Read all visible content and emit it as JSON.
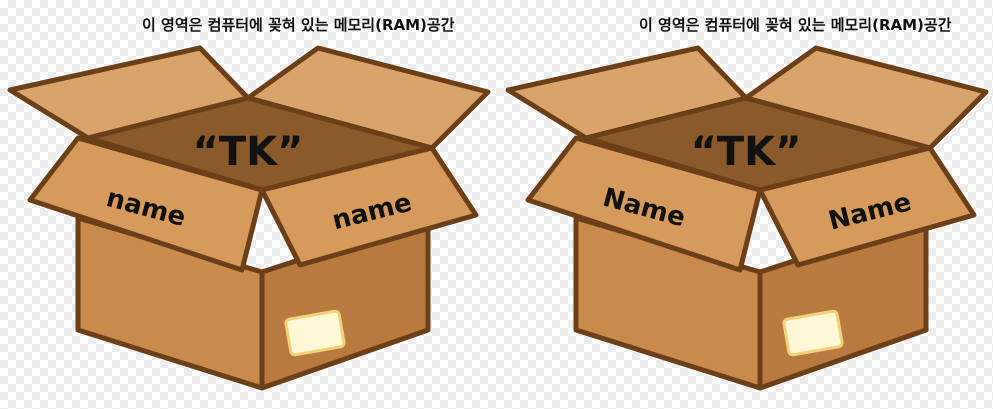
{
  "boxes": [
    {
      "caption": "이 영역은 컴퓨터에 꽂혀 있는 메모리(RAM)공간",
      "center_text": "“TK”",
      "left_flap_label": "name",
      "right_flap_label": "name"
    },
    {
      "caption": "이 영역은 컴퓨터에 꽂혀 있는 메모리(RAM)공간",
      "center_text": "“TK”",
      "left_flap_label": "Name",
      "right_flap_label": "Name"
    }
  ],
  "colors": {
    "outline": "#6b3f17",
    "flap_light": "#d9a46b",
    "interior": "#8a5a2b",
    "front_face": "#c98b4d",
    "side_face": "#b87a3f",
    "label_card": "#fff8d6"
  }
}
